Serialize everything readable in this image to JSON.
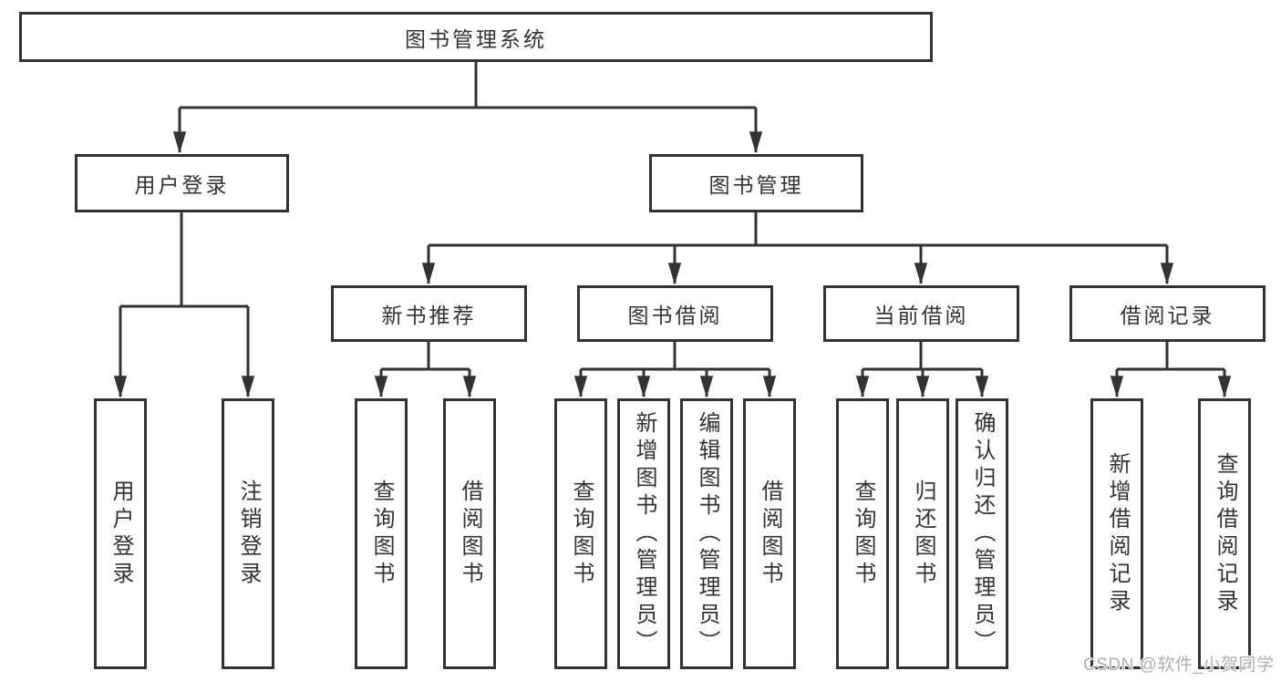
{
  "tree": {
    "root": "图书管理系统",
    "branches": [
      {
        "label": "用户登录",
        "children": [
          "用户登录",
          "注销登录"
        ]
      },
      {
        "label": "图书管理",
        "groups": [
          {
            "label": "新书推荐",
            "children": [
              "查询图书",
              "借阅图书"
            ]
          },
          {
            "label": "图书借阅",
            "children": [
              "查询图书",
              "新增图书（管理员）",
              "编辑图书（管理员）",
              "借阅图书"
            ]
          },
          {
            "label": "当前借阅",
            "children": [
              "查询图书",
              "归还图书",
              "确认归还（管理员）"
            ]
          },
          {
            "label": "借阅记录",
            "children": [
              "新增借阅记录",
              "查询借阅记录"
            ]
          }
        ]
      }
    ]
  },
  "colors": {
    "line": "#333333",
    "text": "#333333",
    "background": "#ffffff",
    "watermark": "#b0b0b0"
  },
  "watermark": "CSDN @软件_小贺同学"
}
